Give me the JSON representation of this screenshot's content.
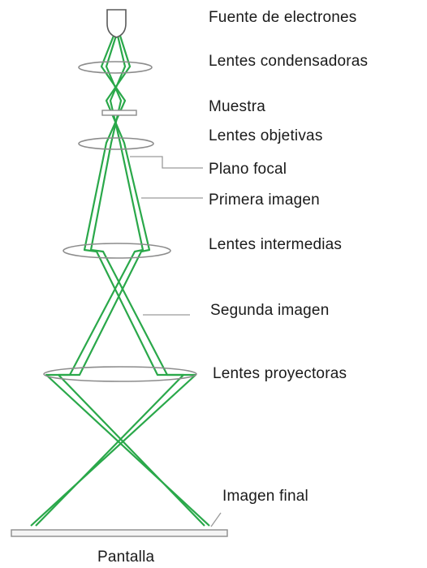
{
  "diagram": {
    "labels": {
      "electron_source": "Fuente de electrones",
      "condenser_lenses": "Lentes condensadoras",
      "sample": "Muestra",
      "objective_lenses": "Lentes objetivas",
      "focal_plane": "Plano focal",
      "first_image": "Primera imagen",
      "intermediate_lenses": "Lentes intermedias",
      "second_image": "Segunda imagen",
      "projector_lenses": "Lentes proyectoras",
      "final_image": "Imagen final",
      "screen": "Pantalla"
    },
    "colors": {
      "beam": "#2aa84a",
      "lens_outline": "#8c8c8c",
      "leader_line": "#9a9a9a",
      "screen_fill": "#f4f4f4",
      "text": "#1a1a1a"
    }
  }
}
